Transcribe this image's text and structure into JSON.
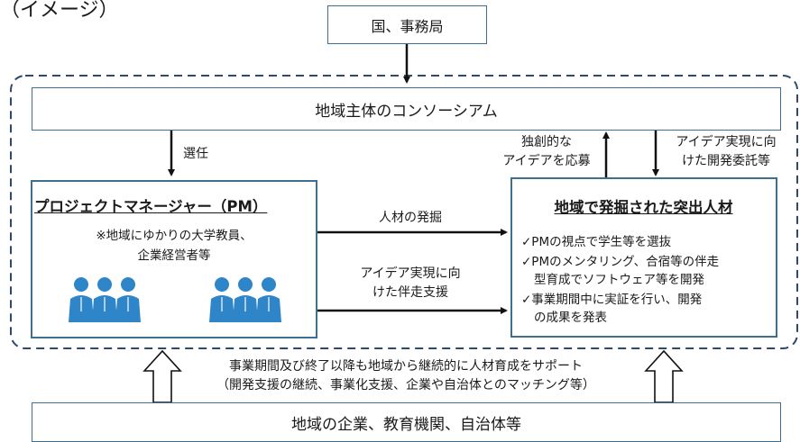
{
  "page_title": "（イメージ）",
  "nodes": {
    "top": "国、事務局",
    "consortium": "地域主体のコンソーシアム",
    "pm_title": "プロジェクトマネージャー（PM）",
    "pm_note_1": "※地域にゆかりの大学教員、",
    "pm_note_2": "企業経営者等",
    "talent_title": "地域で発掘された突出人材",
    "talent_items": [
      "✓PMの視点で学生等を選抜",
      "✓PMのメンタリング、合宿等の伴走",
      "型育成でソフトウェア等を開発",
      "✓事業期間中に実証を行い、開発",
      "の成果を発表"
    ],
    "bottom": "地域の企業、教育機関、自治体等"
  },
  "edges": {
    "select": "選任",
    "apply_1": "独創的な",
    "apply_2": "アイデアを応募",
    "commission_1": "アイデア実現に向",
    "commission_2": "けた開発委託等",
    "discover": "人材の発掘",
    "support_1": "アイデア実現に向",
    "support_2": "けた伴走支援"
  },
  "bottom_note": {
    "line1": "事業期間及び終了以降も地域から継続的に人材育成をサポート",
    "line2": "（開発支援の継続、事業化支援、企業や自治体とのマッチング等）"
  },
  "colors": {
    "border": "#3f6f8f",
    "dashed": "#2c4a6a",
    "arrow": "#111111",
    "people": "#2e86c9"
  },
  "icons": [
    "people-group-icon",
    "people-group-icon"
  ]
}
